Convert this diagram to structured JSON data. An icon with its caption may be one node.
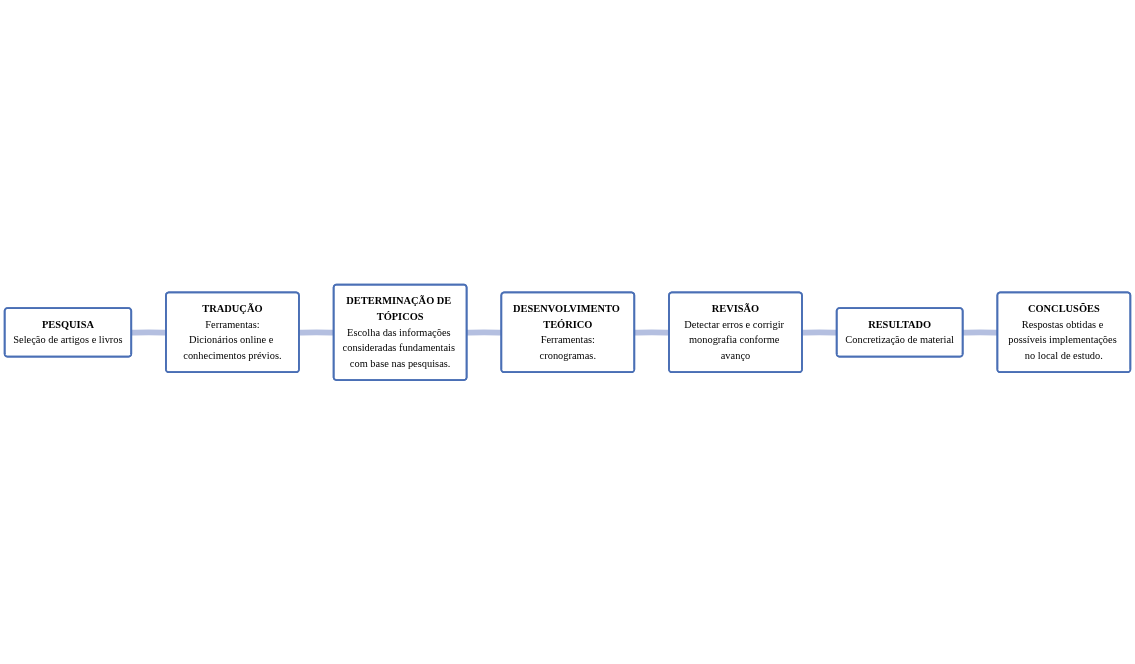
{
  "diagram": {
    "nodes": [
      {
        "text": [
          "PESQUISA",
          "Seleção de artigos e livros"
        ]
      },
      {
        "text": [
          "TRADUÇÃO",
          "Ferramentas:",
          "Dicionários online e conhecimentos prévios."
        ]
      },
      {
        "text": [
          "DETERMINAÇÃO DE TÓPICOS",
          "Escolha das informações consideradas fundamentais com base nas pesquisas."
        ]
      },
      {
        "text": [
          "DESENVOLVIMENTO TEÓRICO",
          "Ferramentas:",
          "cronogramas."
        ]
      },
      {
        "text": [
          "REVISÃO",
          "Detectar erros e corrigir monografia conforme avanço"
        ]
      },
      {
        "text": [
          "RESULTADO",
          "Concretização de material"
        ]
      },
      {
        "text": [
          "CONCLUSÕES",
          "Respostas obtidas e possíveis implementações no local de estudo."
        ]
      }
    ],
    "edges": [
      {
        "from": 0,
        "to": 1,
        "arrow": "none"
      },
      {
        "from": 1,
        "to": 2,
        "arrow": "none"
      },
      {
        "from": 2,
        "to": 3,
        "arrow": "none"
      },
      {
        "from": 3,
        "to": 4,
        "arrow": "none"
      },
      {
        "from": 4,
        "to": 5,
        "arrow": "none"
      },
      {
        "from": 5,
        "to": 6,
        "arrow": "none"
      }
    ]
  }
}
